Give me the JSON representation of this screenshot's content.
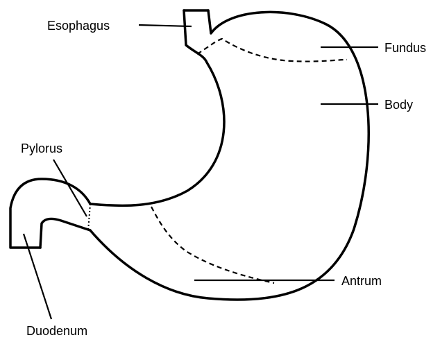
{
  "diagram": {
    "labels": {
      "esophagus": "Esophagus",
      "fundus": "Fundus",
      "body": "Body",
      "pylorus": "Pylorus",
      "antrum": "Antrum",
      "duodenum": "Duodenum"
    }
  }
}
